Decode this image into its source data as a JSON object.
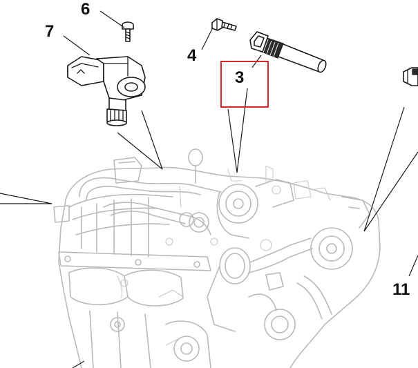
{
  "callouts": {
    "part_6": "6",
    "part_7": "7",
    "part_4": "4",
    "part_3": "3",
    "part_11": "11"
  },
  "highlight": {
    "part": "3",
    "color": "#d9262c"
  },
  "colors": {
    "line_art": "#1a1a1a",
    "engine_outline": "#b9b9b9",
    "background": "#ffffff"
  }
}
